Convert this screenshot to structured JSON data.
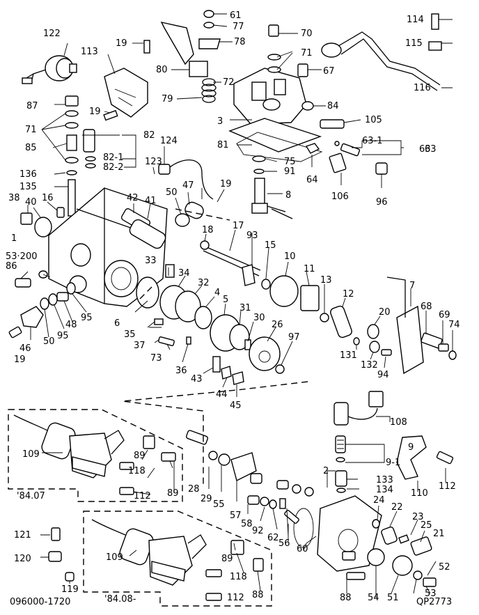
{
  "diagram": {
    "drawing_number": "096000-1720",
    "figure_code": "QP2773",
    "variant_labels": [
      "'84.07",
      "'84.08-"
    ],
    "part_labels": [
      {
        "id": "p122",
        "text": "122"
      },
      {
        "id": "p113",
        "text": "113"
      },
      {
        "id": "p19a",
        "text": "19"
      },
      {
        "id": "p19b",
        "text": "19"
      },
      {
        "id": "p87",
        "text": "87"
      },
      {
        "id": "p71a",
        "text": "71"
      },
      {
        "id": "p85",
        "text": "85"
      },
      {
        "id": "p82",
        "text": "82"
      },
      {
        "id": "p82_1",
        "text": "82-1"
      },
      {
        "id": "p82_2",
        "text": "82-2"
      },
      {
        "id": "p136",
        "text": "136"
      },
      {
        "id": "p135",
        "text": "135"
      },
      {
        "id": "p61",
        "text": "61"
      },
      {
        "id": "p77",
        "text": "77"
      },
      {
        "id": "p78",
        "text": "78"
      },
      {
        "id": "p80",
        "text": "80"
      },
      {
        "id": "p79",
        "text": "79"
      },
      {
        "id": "p72",
        "text": "72"
      },
      {
        "id": "p70",
        "text": "70"
      },
      {
        "id": "p71b",
        "text": "71"
      },
      {
        "id": "p67",
        "text": "67"
      },
      {
        "id": "p3",
        "text": "3"
      },
      {
        "id": "p84",
        "text": "84"
      },
      {
        "id": "p105",
        "text": "105"
      },
      {
        "id": "p114",
        "text": "114"
      },
      {
        "id": "p115",
        "text": "115"
      },
      {
        "id": "p116",
        "text": "116"
      },
      {
        "id": "p63_1",
        "text": "63-1"
      },
      {
        "id": "p63a",
        "text": "63"
      },
      {
        "id": "p63b",
        "text": "63"
      },
      {
        "id": "p81",
        "text": "81"
      },
      {
        "id": "p75",
        "text": "75"
      },
      {
        "id": "p91",
        "text": "91"
      },
      {
        "id": "p64",
        "text": "64"
      },
      {
        "id": "p106",
        "text": "106"
      },
      {
        "id": "p96",
        "text": "96"
      },
      {
        "id": "p8",
        "text": "8"
      },
      {
        "id": "p124",
        "text": "124"
      },
      {
        "id": "p123",
        "text": "123"
      },
      {
        "id": "p47",
        "text": "47"
      },
      {
        "id": "p50a",
        "text": "50"
      },
      {
        "id": "p19c",
        "text": "19"
      },
      {
        "id": "p38",
        "text": "38"
      },
      {
        "id": "p40",
        "text": "40"
      },
      {
        "id": "p16",
        "text": "16"
      },
      {
        "id": "p42",
        "text": "42"
      },
      {
        "id": "p41",
        "text": "41"
      },
      {
        "id": "p18",
        "text": "18"
      },
      {
        "id": "p17",
        "text": "17"
      },
      {
        "id": "p93",
        "text": "93"
      },
      {
        "id": "p15",
        "text": "15"
      },
      {
        "id": "p1",
        "text": "1"
      },
      {
        "id": "p53_200",
        "text": "53·200"
      },
      {
        "id": "p86",
        "text": "86"
      },
      {
        "id": "p33",
        "text": "33"
      },
      {
        "id": "p34",
        "text": "34"
      },
      {
        "id": "p32",
        "text": "32"
      },
      {
        "id": "p4",
        "text": "4"
      },
      {
        "id": "p10",
        "text": "10"
      },
      {
        "id": "p11",
        "text": "11"
      },
      {
        "id": "p13",
        "text": "13"
      },
      {
        "id": "p12",
        "text": "12"
      },
      {
        "id": "p7",
        "text": "7"
      },
      {
        "id": "p20",
        "text": "20"
      },
      {
        "id": "p68",
        "text": "68"
      },
      {
        "id": "p69",
        "text": "69"
      },
      {
        "id": "p74",
        "text": "74"
      },
      {
        "id": "p5",
        "text": "5"
      },
      {
        "id": "p31",
        "text": "31"
      },
      {
        "id": "p30",
        "text": "30"
      },
      {
        "id": "p26",
        "text": "26"
      },
      {
        "id": "p97",
        "text": "97"
      },
      {
        "id": "p131",
        "text": "131"
      },
      {
        "id": "p132",
        "text": "132"
      },
      {
        "id": "p94",
        "text": "94"
      },
      {
        "id": "p6",
        "text": "6"
      },
      {
        "id": "p35",
        "text": "35"
      },
      {
        "id": "p37",
        "text": "37"
      },
      {
        "id": "p73",
        "text": "73"
      },
      {
        "id": "p36",
        "text": "36"
      },
      {
        "id": "p43",
        "text": "43"
      },
      {
        "id": "p44",
        "text": "44"
      },
      {
        "id": "p45",
        "text": "45"
      },
      {
        "id": "p46",
        "text": "46"
      },
      {
        "id": "p50b",
        "text": "50"
      },
      {
        "id": "p95a",
        "text": "95"
      },
      {
        "id": "p48",
        "text": "48"
      },
      {
        "id": "p95b",
        "text": "95"
      },
      {
        "id": "p19d",
        "text": "19"
      },
      {
        "id": "p108",
        "text": "108"
      },
      {
        "id": "p9",
        "text": "9"
      },
      {
        "id": "p9_1",
        "text": "9-1"
      },
      {
        "id": "p2",
        "text": "2"
      },
      {
        "id": "p133",
        "text": "133"
      },
      {
        "id": "p134",
        "text": "134"
      },
      {
        "id": "p110",
        "text": "110"
      },
      {
        "id": "p112a",
        "text": "112"
      },
      {
        "id": "p109a",
        "text": "109"
      },
      {
        "id": "p89a",
        "text": "89"
      },
      {
        "id": "p118a",
        "text": "118"
      },
      {
        "id": "p89b",
        "text": "89"
      },
      {
        "id": "p112b",
        "text": "112"
      },
      {
        "id": "p28",
        "text": "28"
      },
      {
        "id": "p29",
        "text": "29"
      },
      {
        "id": "p55",
        "text": "55"
      },
      {
        "id": "p57",
        "text": "57"
      },
      {
        "id": "p58",
        "text": "58"
      },
      {
        "id": "p92",
        "text": "92"
      },
      {
        "id": "p62",
        "text": "62"
      },
      {
        "id": "p56",
        "text": "56"
      },
      {
        "id": "p60",
        "text": "60"
      },
      {
        "id": "p24",
        "text": "24"
      },
      {
        "id": "p22",
        "text": "22"
      },
      {
        "id": "p23",
        "text": "23"
      },
      {
        "id": "p25",
        "text": "25"
      },
      {
        "id": "p21",
        "text": "21"
      },
      {
        "id": "p52",
        "text": "52"
      },
      {
        "id": "p53",
        "text": "53"
      },
      {
        "id": "p51",
        "text": "51"
      },
      {
        "id": "p54",
        "text": "54"
      },
      {
        "id": "p88a",
        "text": "88"
      },
      {
        "id": "p121",
        "text": "121"
      },
      {
        "id": "p120",
        "text": "120"
      },
      {
        "id": "p119",
        "text": "119"
      },
      {
        "id": "p109b",
        "text": "109"
      },
      {
        "id": "p89c",
        "text": "89"
      },
      {
        "id": "p118b",
        "text": "118"
      },
      {
        "id": "p88b",
        "text": "88"
      },
      {
        "id": "p112c",
        "text": "112"
      }
    ]
  }
}
